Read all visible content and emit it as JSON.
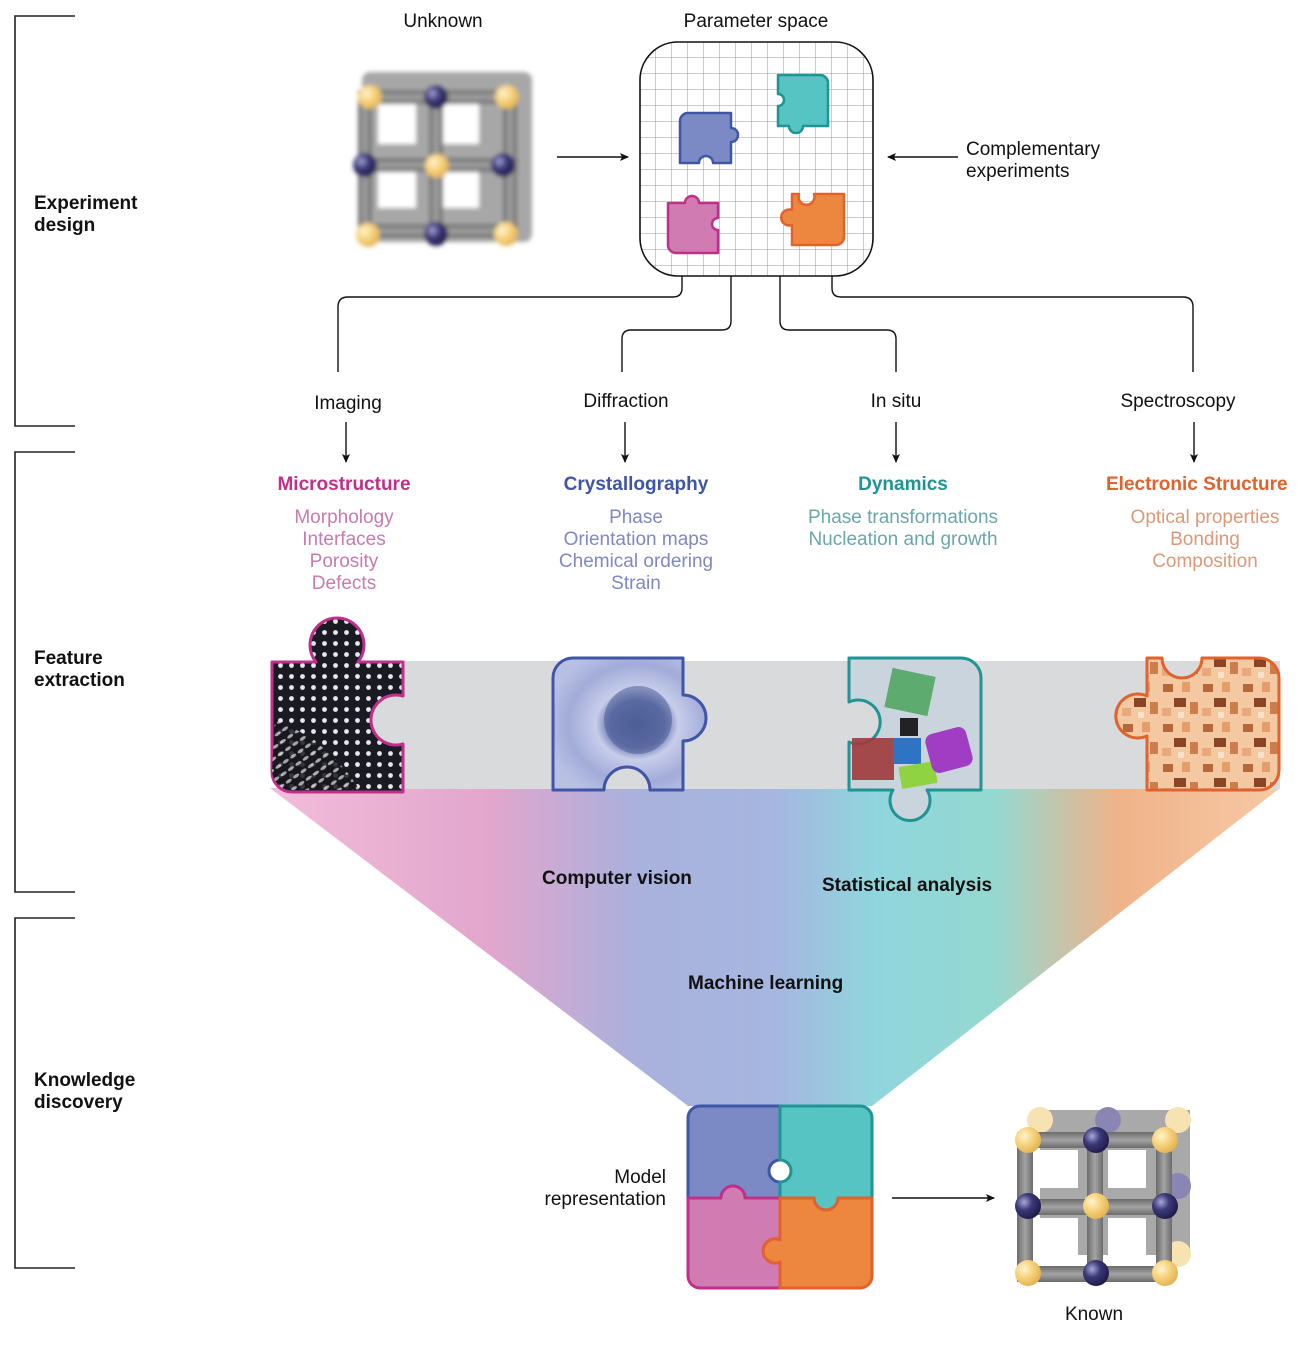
{
  "stages": [
    {
      "label": "Experiment\ndesign",
      "line1": "Experiment",
      "line2": "design"
    },
    {
      "label": "Feature\nextraction",
      "line1": "Feature",
      "line2": "extraction"
    },
    {
      "label": "Knowledge\ndiscovery",
      "line1": "Knowledge",
      "line2": "discovery"
    }
  ],
  "top": {
    "unknown_label": "Unknown",
    "parameter_space_label": "Parameter space",
    "complementary": {
      "line1": "Complementary",
      "line2": "experiments"
    }
  },
  "techniques": [
    {
      "label": "Imaging"
    },
    {
      "label": "Diffraction"
    },
    {
      "label": "In situ"
    },
    {
      "label": "Spectroscopy"
    }
  ],
  "categories": [
    {
      "title": "Microstructure",
      "color": "#c0308a",
      "item_color": "#c77bb0",
      "items": [
        "Morphology",
        "Interfaces",
        "Porosity",
        "Defects"
      ]
    },
    {
      "title": "Crystallography",
      "color": "#3f55a6",
      "item_color": "#7f88c2",
      "items": [
        "Phase",
        "Orientation maps",
        "Chemical ordering",
        "Strain"
      ]
    },
    {
      "title": "Dynamics",
      "color": "#1f9493",
      "item_color": "#6aa6ab",
      "items": [
        "Phase transformations",
        "Nucleation and growth"
      ]
    },
    {
      "title": "Electronic Structure",
      "color": "#e0622d",
      "item_color": "#dd9877",
      "items": [
        "Optical properties",
        "Bonding",
        "Composition"
      ]
    }
  ],
  "methods": {
    "computer_vision": "Computer vision",
    "statistical_analysis": "Statistical analysis",
    "machine_learning": "Machine learning"
  },
  "bottom": {
    "model_representation": {
      "line1": "Model",
      "line2": "representation"
    },
    "known_label": "Known"
  },
  "colors": {
    "magenta": "#d17bb3",
    "magenta_stroke": "#c0308a",
    "blue": "#7b8ac5",
    "blue_stroke": "#3f55a6",
    "teal": "#55c4c3",
    "teal_stroke": "#1f9493",
    "orange": "#ed8740",
    "orange_stroke": "#e0622d"
  }
}
